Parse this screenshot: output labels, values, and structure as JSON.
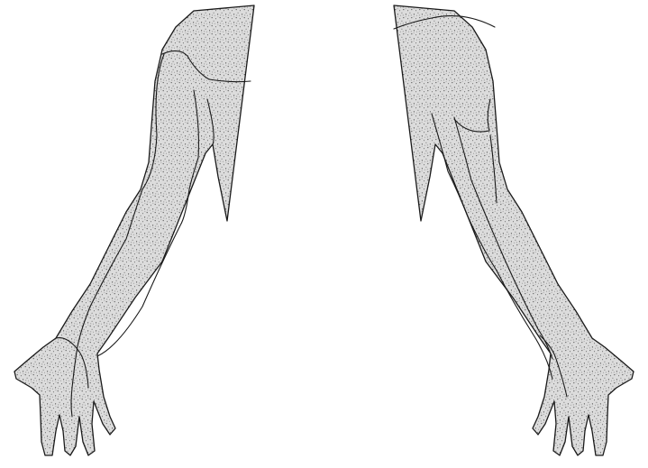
{
  "figure": {
    "colors": {
      "background": "#ffffff",
      "outline": "#1a1a1a",
      "stipple_base": "#dcdcdc",
      "stipple_dot": "#555555"
    },
    "views": [
      {
        "id": "left-arm",
        "regions": 5
      },
      {
        "id": "right-arm",
        "regions": 5
      }
    ]
  }
}
